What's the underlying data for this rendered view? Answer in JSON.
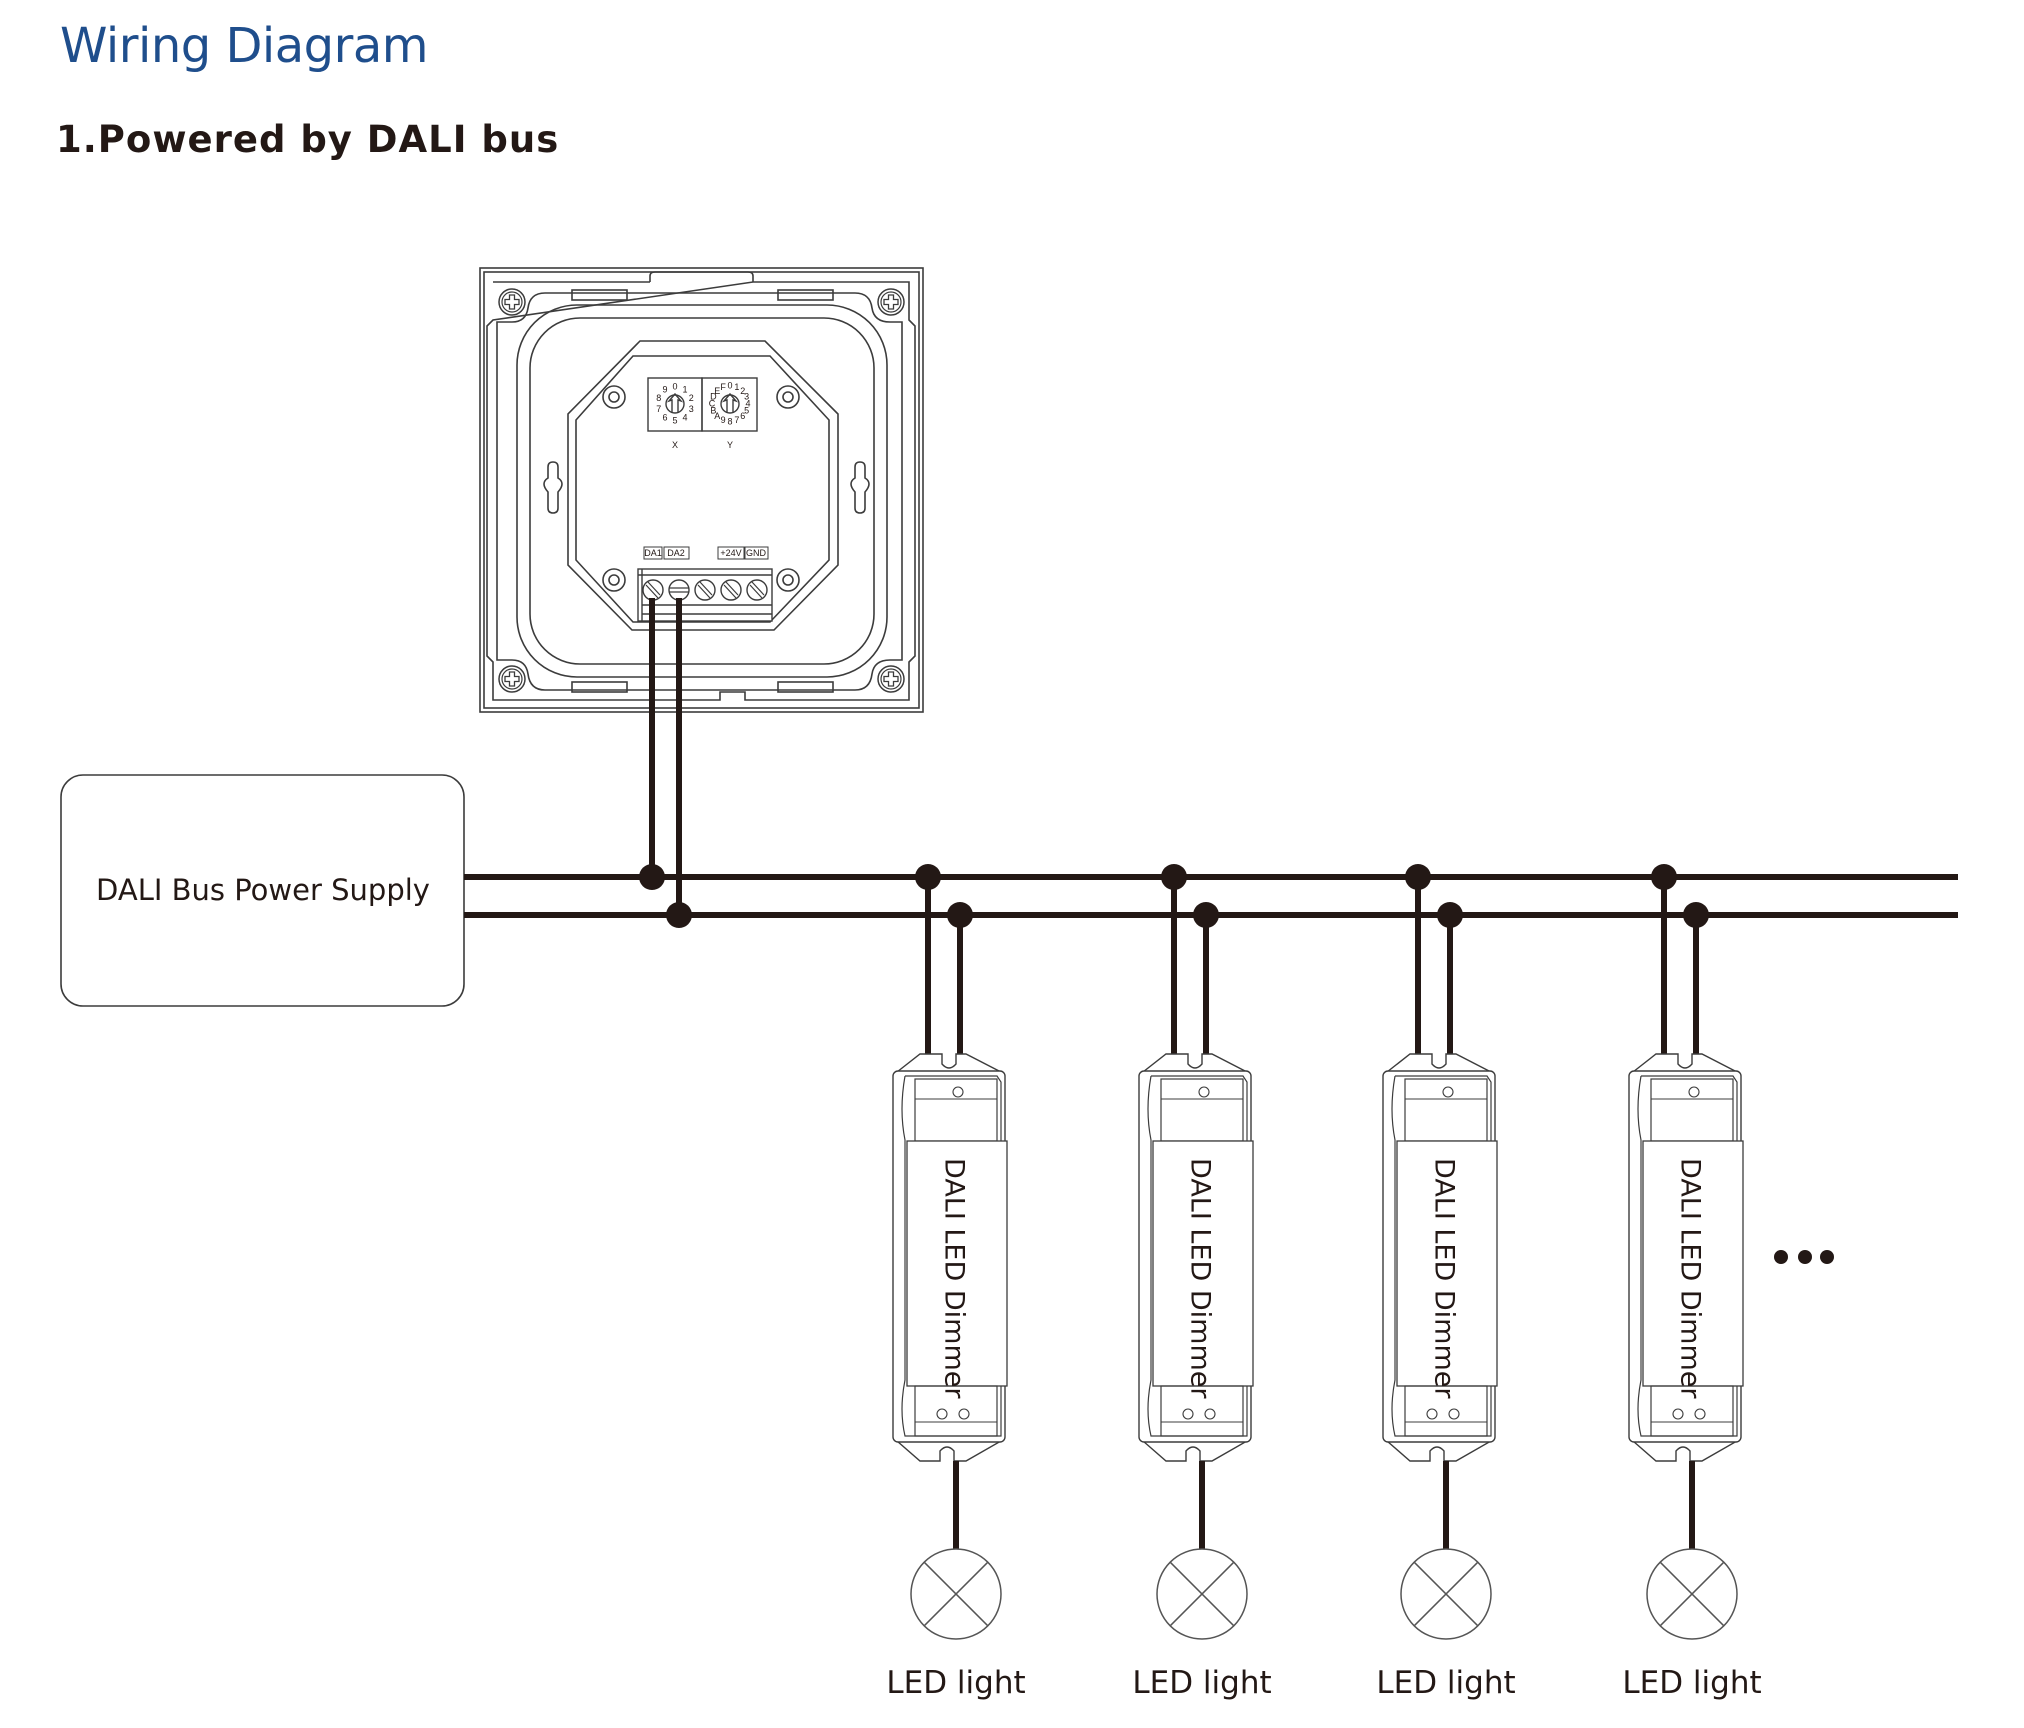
{
  "header": {
    "title": "Wiring Diagram",
    "subtitle": "1.Powered by DALI bus"
  },
  "colors": {
    "title": "#1f4e8c",
    "wire": "#231815",
    "outline": "#3c3c3c"
  },
  "power_supply": {
    "label": "DALI Bus Power Supply"
  },
  "panel": {
    "dials": [
      {
        "name": "X",
        "digits": "0123456789"
      },
      {
        "name": "Y",
        "digits": "0123456789ABCDEF"
      }
    ],
    "dial_x_label": "X",
    "dial_y_label": "Y",
    "terminals": [
      "DA1",
      "DA2",
      "+24V",
      "GND"
    ]
  },
  "bus": {
    "lines": [
      "DA1",
      "DA2"
    ]
  },
  "dimmers": [
    {
      "label": "DALI LED Dimmer",
      "load_label": "LED light"
    },
    {
      "label": "DALI LED Dimmer",
      "load_label": "LED light"
    },
    {
      "label": "DALI LED Dimmer",
      "load_label": "LED light"
    },
    {
      "label": "DALI LED Dimmer",
      "load_label": "LED light"
    }
  ],
  "continuation": "..."
}
